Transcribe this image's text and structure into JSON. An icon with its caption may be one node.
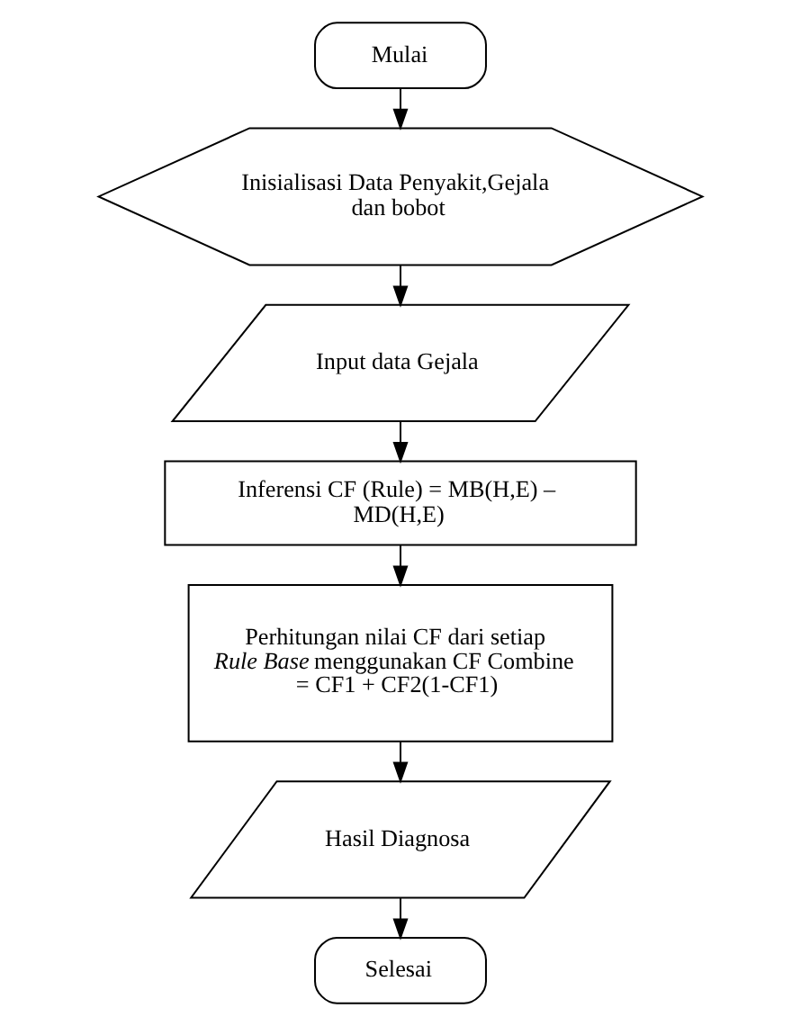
{
  "diagram": {
    "nodes": [
      {
        "text": [
          "Mulai"
        ]
      },
      {
        "text": [
          "Inisialisasi Data Penyakit,Gejala dan bobot"
        ]
      },
      {
        "text": [
          "Input data Gejala"
        ]
      },
      {
        "text": [
          "Inferensi CF (Rule) = MB(H,E) – MD(H,E)"
        ]
      },
      {
        "text": [
          "Perhitungan nilai CF dari setiap *Rule Base* menggunakan CF Combine = CF1 + CF2(1-CF1)"
        ]
      },
      {
        "text": [
          "Hasil Diagnosa"
        ]
      },
      {
        "text": [
          "Selesai"
        ]
      }
    ],
    "edges": [
      {
        "from": 0,
        "to": 1,
        "arrow": "to"
      },
      {
        "from": 1,
        "to": 2,
        "arrow": "to"
      },
      {
        "from": 2,
        "to": 3,
        "arrow": "to"
      },
      {
        "from": 3,
        "to": 4,
        "arrow": "to"
      },
      {
        "from": 4,
        "to": 5,
        "arrow": "to"
      },
      {
        "from": 5,
        "to": 6,
        "arrow": "to"
      }
    ]
  }
}
